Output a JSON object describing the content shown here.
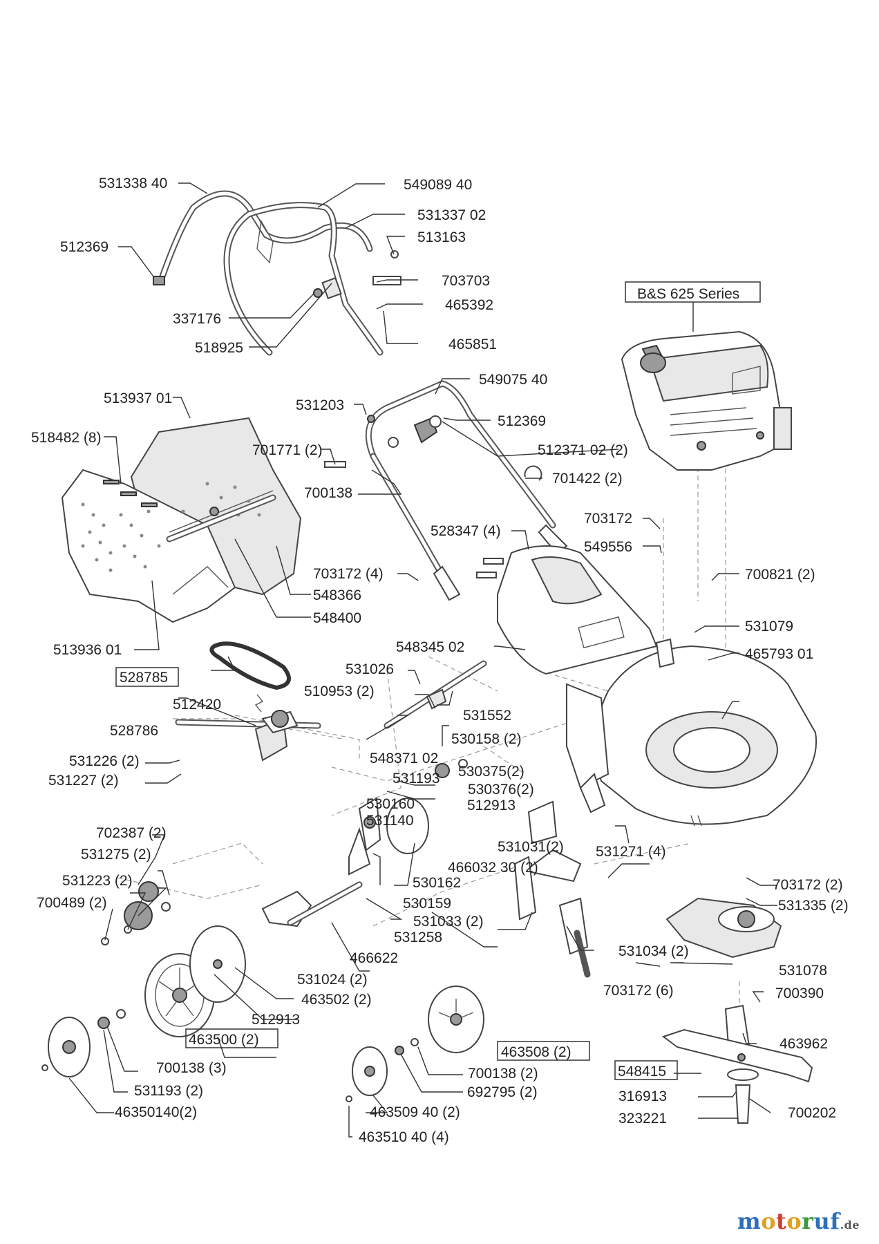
{
  "diagram": {
    "engine_caption": "B&S 625 Series",
    "labels": {
      "l531338_40": "531338 40",
      "l549089_40": "549089 40",
      "l531337_02": "531337 02",
      "l512369_top": "512369",
      "l513163": "513163",
      "l703703": "703703",
      "l337176": "337176",
      "l465392": "465392",
      "l518925": "518925",
      "l465851": "465851",
      "l513937_01": "513937 01",
      "l549075_40": "549075 40",
      "l531203": "531203",
      "l518482": "518482 (8)",
      "l512369_mid": "512369",
      "l701771": "701771 (2)",
      "l512371_02": "512371 02 (2)",
      "l701422": "701422 (2)",
      "l700138_mid": "700138",
      "l703172_a": "703172",
      "l528347": "528347 (4)",
      "l549556": "549556",
      "l700821": "700821 (2)",
      "l703172_4": "703172 (4)",
      "l548366": "548366",
      "l548400": "548400",
      "l531079": "531079",
      "l513936_01": "513936 01",
      "l548345_02": "548345 02",
      "l465793_01": "465793 01",
      "l528785": "528785",
      "l531026": "531026",
      "l510953": "510953 (2)",
      "l531552": "531552",
      "l512420": "512420",
      "l530158": "530158 (2)",
      "l528786": "528786",
      "l548371_02": "548371 02",
      "l531193_a": "531193",
      "l530375": "530375(2)",
      "l530376": "530376(2)",
      "l531226": "531226 (2)",
      "l531227": "531227 (2)",
      "l512913_a": "512913",
      "l530160": "530160",
      "l531140": "531140",
      "l702387": "702387 (2)",
      "l531031": "531031(2)",
      "l531271": "531271 (4)",
      "l531275": "531275 (2)",
      "l466032_30": "466032 30 (2)",
      "l531223": "531223 (2)",
      "l530162": "530162",
      "l703172_2": "703172 (2)",
      "l700489": "700489 (2)",
      "l530159": "530159",
      "l531335": "531335 (2)",
      "l531033": "531033 (2)",
      "l531258": "531258",
      "l466622": "466622",
      "l531034": "531034 (2)",
      "l531078": "531078",
      "l531024": "531024 (2)",
      "l463502": "463502 (2)",
      "l703172_6": "703172 (6)",
      "l700390": "700390",
      "l512913_b": "512913",
      "l463500": "463500 (2)",
      "l463962": "463962",
      "l463508": "463508 (2)",
      "l700138_3": "700138 (3)",
      "l548415": "548415",
      "l700138_2": "700138 (2)",
      "l531193_2": "531193 (2)",
      "l692795": "692795 (2)",
      "l316913": "316913",
      "l700202": "700202",
      "l46350140": "46350140(2)",
      "l463509_40": "463509 40 (2)",
      "l323221": "323221",
      "l463510_40": "463510 40 (4)"
    }
  },
  "watermark": {
    "part1": "m",
    "part2": "o",
    "part3": "t",
    "part4": "o",
    "part5": "r",
    "part6": "uf",
    "suffix": ".de"
  }
}
